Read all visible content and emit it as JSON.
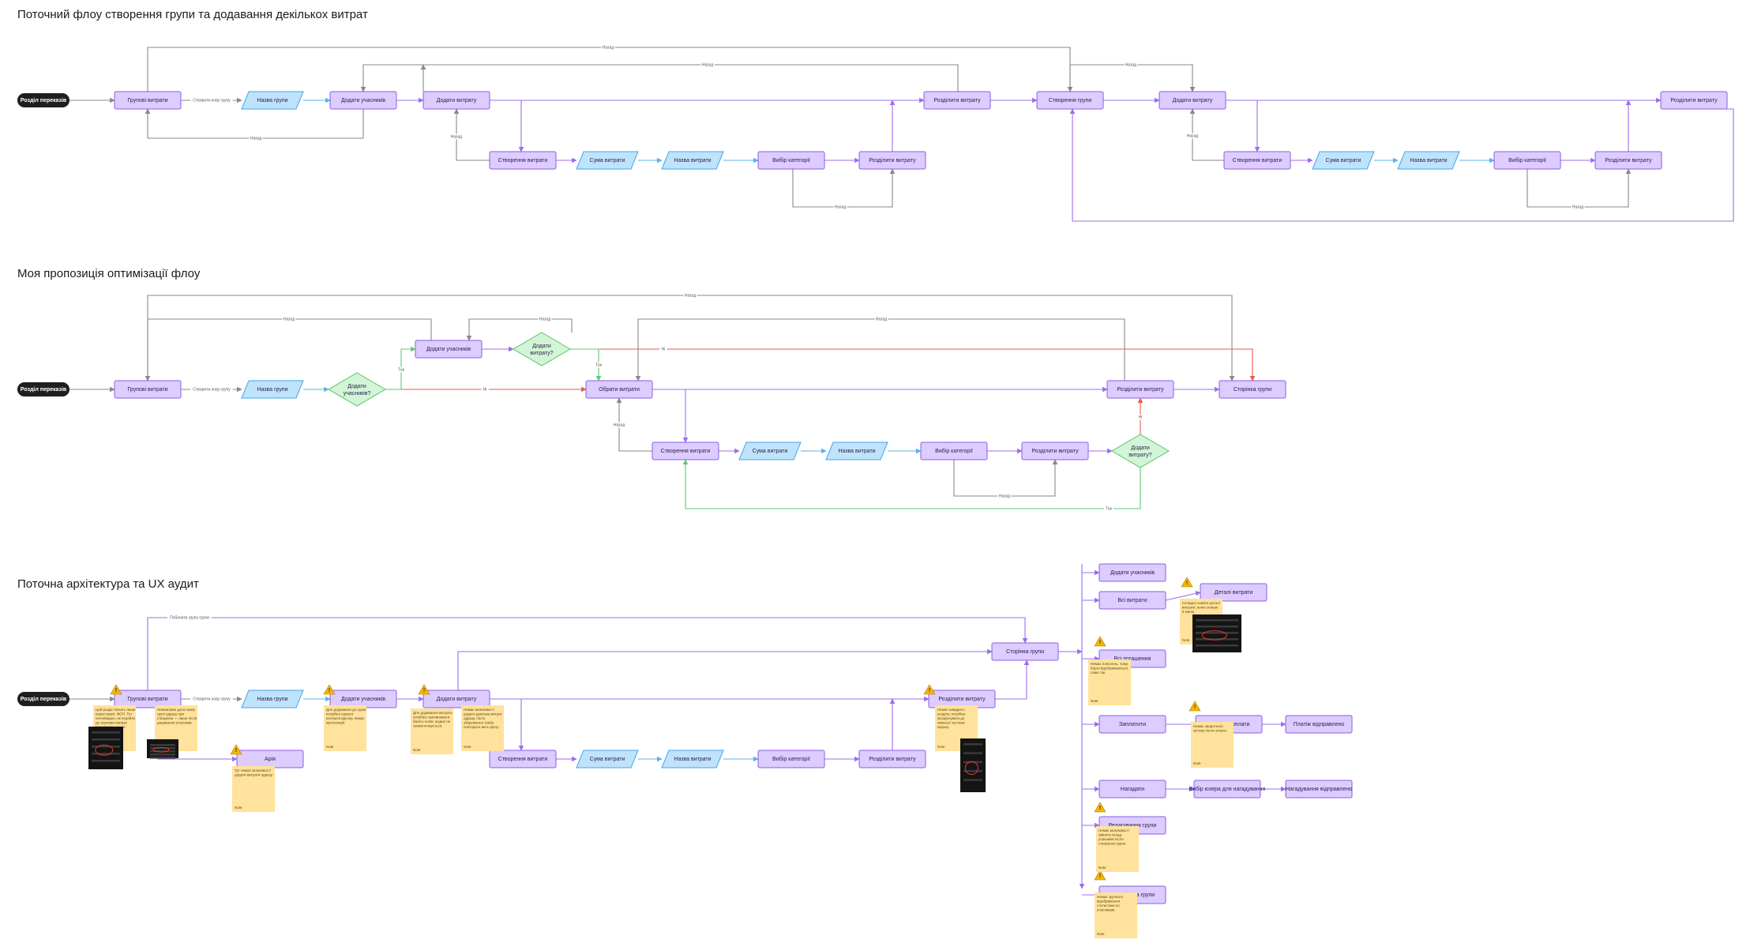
{
  "sections": [
    {
      "title": "Поточний флоу створення групи та додавання декількох витрат"
    },
    {
      "title": "Моя пропозиція оптимізації флоу"
    },
    {
      "title": "Поточна архітектура та UX аудит"
    }
  ],
  "colors": {
    "process_fill": "#dcccff",
    "process_stroke": "#8c5ce0",
    "data_fill": "#bfe3fb",
    "data_stroke": "#41a5ef",
    "decision_fill": "#d1f5d6",
    "decision_stroke": "#56c46a",
    "start_fill": "#1f1f1f",
    "arrow_purple": "#9b6cf0",
    "arrow_blue": "#5ab0ef",
    "arrow_green": "#5ccb6e",
    "arrow_red": "#ec5a4a",
    "arrow_gray": "#888888",
    "note_fill": "#ffe29b",
    "warning": "#f5b700"
  },
  "labels": {
    "start": "Розділ переказів",
    "group_expenses": "Групові витрати",
    "create_group": "Створити нову групу",
    "group_name": "Назва групи",
    "add_members": "Додати учасників",
    "add_expense": "Додати витрату",
    "add_expense_q": "Додати витрату?",
    "add_members_q": "Додати учасників?",
    "create_expense": "Створення витрати",
    "expense_sum": "Сума витрати",
    "expense_name": "Назва витрати",
    "choose_category": "Вибір категорії",
    "split_expense": "Розділити витрату",
    "create_group_screen": "Сторінка групи",
    "save_group": "Створення групи",
    "select_expenses": "Обрати витрати",
    "back": "Назад",
    "yes": "Так",
    "no": "Ні",
    "ab": "Арія",
    "see_all_groups": "Побачити групу групи",
    "all_expenses": "Всі витрати",
    "expense_details": "Деталі витрати",
    "all_reminders": "Всі погашення",
    "payment": "Заплатити",
    "payment_page": "Сторінка оплати",
    "payment_sent": "Платіж відправлено",
    "reminder": "Нагадати",
    "reminder_choice": "Вибір юзера для нагадування",
    "reminder_sent": "Нагадування відправлено",
    "edit_group": "Редагування групи",
    "group_stats": "Статистика групи"
  },
  "notes": [
    "Цей розділ бачать лише користувачі, ФОП. Тут неочевидно, як перейти до групових витрат. Користувач шукає кнопку довго.",
    "Неможливо дати назву групі одразу при створенні — лише після додавання учасників.",
    "Для додавання до групи потрібно шукати контакти вручну, немає пропозицій.",
    "Для додавання витрати потрібно заповнювати багато полів, жодне не запам'ятовується.",
    "Немає можливості додати декілька витрат одразу, після збереження треба повторити весь флоу.",
    "Немає швидкого розділу, потрібно прокручувати до нижньої частини екрану.",
    "Тут немає можливості додати витрати одразу.",
    "Складно знайти деталі витрати, вони сховані в меню.",
    "Немає пояснень, чому борги відображаються саме так.",
    "Немає зворотного зв'язку після оплати.",
    "Немає можливості змінити склад учасників після створення групи.",
    "Немає зручного відображення статистики по учасникам."
  ],
  "note_footer": "Note"
}
